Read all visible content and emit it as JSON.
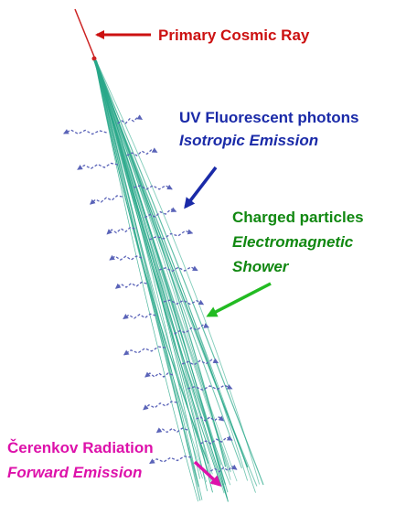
{
  "labels": {
    "primary": "Primary Cosmic Ray",
    "uv_line1": "UV Fluorescent photons",
    "uv_line2": "Isotropic Emission",
    "charged_line1": "Charged particles",
    "charged_line2": "Electromagnetic",
    "charged_line3": "Shower",
    "cerenkov_line1": "Čerenkov Radiation",
    "cerenkov_line2": "Forward Emission"
  },
  "colors": {
    "primary": "#cc1111",
    "uv": "#1a2aa8",
    "charged": "#118811",
    "cerenkov": "#dd11aa",
    "shower": "#2aa88a",
    "photon": "#5a63b8"
  }
}
